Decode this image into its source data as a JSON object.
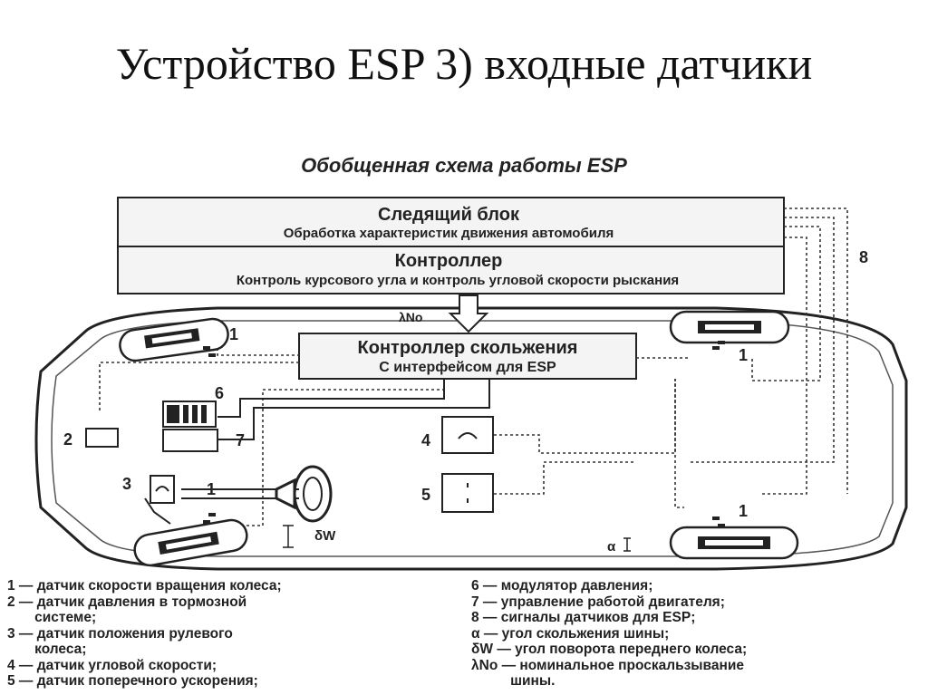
{
  "slide": {
    "title": "Устройство ESP 3) входные датчики"
  },
  "diagram": {
    "heading": "Обобщенная схема работы ESP",
    "tracking_block": {
      "title": "Следящий блок",
      "subtitle": "Обработка характеристик движения автомобиля"
    },
    "controller": {
      "title": "Контроллер",
      "subtitle": "Контроль курсового угла и контроль угловой скорости рыскания"
    },
    "slip_controller": {
      "title": "Контроллер скольжения",
      "subtitle": "С интерфейсом для ESP"
    },
    "lambda_label": "λNo",
    "delta_label": "δW",
    "alpha_label": "α",
    "numbers": {
      "n1_front_left": "1",
      "n1_front_right": "1",
      "n1_rear_right": "1",
      "n1_steering": "1",
      "n2": "2",
      "n3": "3",
      "n4": "4",
      "n5": "5",
      "n6": "6",
      "n7": "7",
      "n8": "8"
    }
  },
  "legend": {
    "left": [
      "1 — датчик скорости вращения колеса;",
      "2 — датчик давления в тормозной",
      "       системе;",
      "3 — датчик положения рулевого",
      "       колеса;",
      "4 — датчик угловой скорости;",
      "5 — датчик поперечного ускорения;"
    ],
    "right": [
      "6 — модулятор давления;",
      "7 — управление работой двигателя;",
      "8 — сигналы датчиков для ESP;",
      "α — угол скольжения шины;",
      "δW — угол поворота переднего колеса;",
      "λNo — номинальное проскальзывание",
      "          шины."
    ]
  }
}
